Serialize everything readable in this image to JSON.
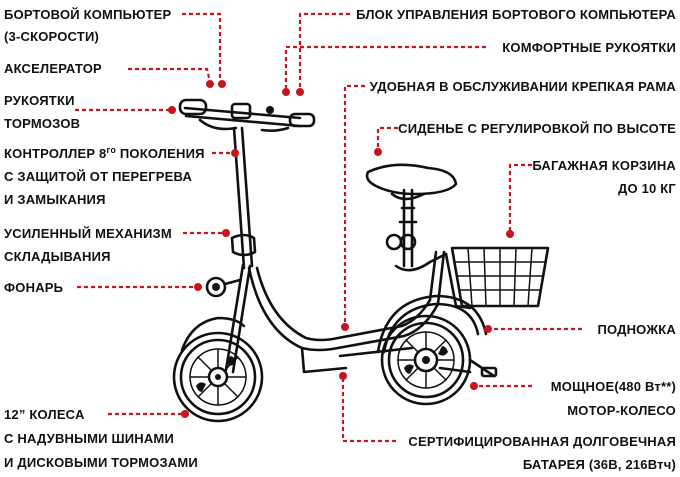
{
  "accent_color": "#c8141e",
  "labels": {
    "onboard_computer_1": "БОРТОВОЙ КОМПЬЮТЕР",
    "onboard_computer_2": "(3-СКОРОСТИ)",
    "accelerator": "АКСЕЛЕРАТОР",
    "brake_levers_1": "РУКОЯТКИ",
    "brake_levers_2": "ТОРМОЗОВ",
    "controller_1": "КОНТРОЛЛЕР 8",
    "controller_sup": "го",
    "controller_1b": " ПОКОЛЕНИЯ",
    "controller_2": "С ЗАЩИТОЙ ОТ ПЕРЕГРЕВА",
    "controller_3": "И ЗАМЫКАНИЯ",
    "folding_1": "УСИЛЕННЫЙ МЕХАНИЗМ",
    "folding_2": "СКЛАДЫВАНИЯ",
    "headlight": "ФОНАРЬ",
    "wheels_1": "12” КОЛЕСА",
    "wheels_2": "С НАДУВНЫМИ ШИНАМИ",
    "wheels_3": "И ДИСКОВЫМИ ТОРМОЗАМИ",
    "control_unit": "БЛОК УПРАВЛЕНИЯ БОРТОВОГО КОМПЬЮТЕРА",
    "grips": "КОМФОРТНЫЕ РУКОЯТКИ",
    "frame": "УДОБНАЯ В ОБСЛУЖИВАНИИ КРЕПКАЯ РАМА",
    "seat": "СИДЕНЬЕ С РЕГУЛИРОВКОЙ ПО ВЫСОТЕ",
    "basket_1": "БАГАЖНАЯ КОРЗИНА",
    "basket_2": "ДО 10 КГ",
    "kickstand": "ПОДНОЖКА",
    "motor_1": "МОЩНОЕ(480 Вт**)",
    "motor_2": "МОТОР-КОЛЕСО",
    "battery_1": "СЕРТИФИЦИРОВАННАЯ ДОЛГОВЕЧНАЯ",
    "battery_2": "БАТАРЕЯ (36В, 216Втч)"
  }
}
